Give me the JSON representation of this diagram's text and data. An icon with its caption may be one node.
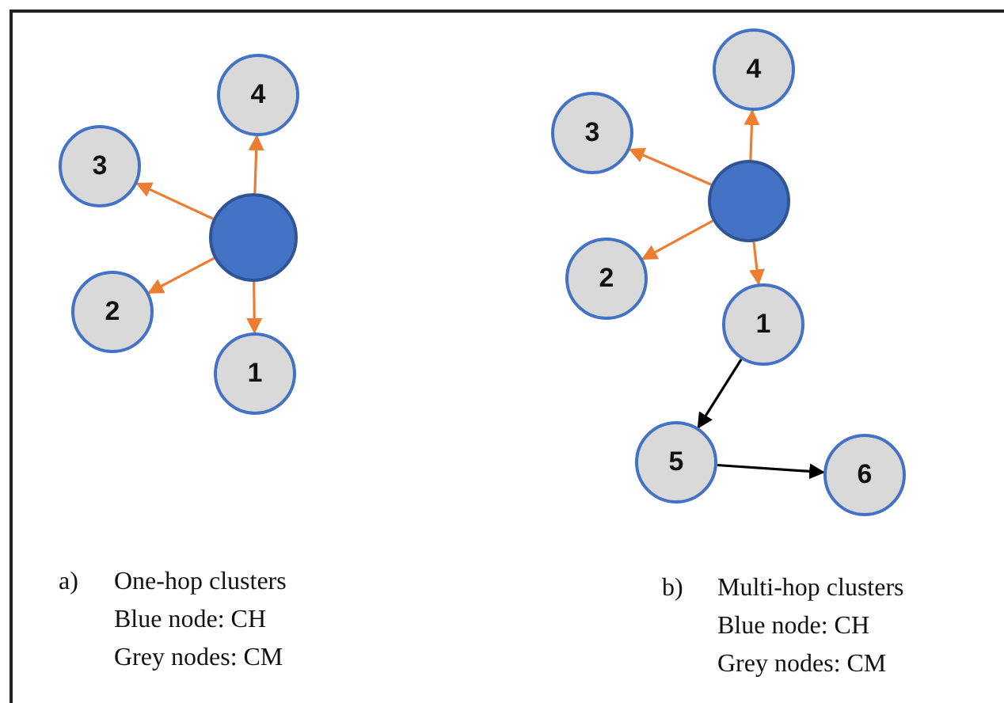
{
  "diagram": {
    "nodes": [
      {
        "text": [],
        "shape": "circle"
      },
      {
        "text": [
          "4"
        ]
      },
      {
        "text": [
          "3"
        ]
      },
      {
        "text": [
          "2"
        ]
      },
      {
        "text": [
          "1"
        ]
      },
      {
        "text": [],
        "shape": "circle"
      },
      {
        "text": [
          "4"
        ]
      },
      {
        "text": [
          "3"
        ]
      },
      {
        "text": [
          "2"
        ]
      },
      {
        "text": [
          "1"
        ]
      },
      {
        "text": [
          "5"
        ]
      },
      {
        "text": [
          "6"
        ]
      }
    ],
    "edges": [
      {
        "from": 0,
        "to": 1,
        "arrow": "to"
      },
      {
        "from": 0,
        "to": 2,
        "arrow": "to"
      },
      {
        "from": 0,
        "to": 3,
        "arrow": "to"
      },
      {
        "from": 0,
        "to": 4,
        "arrow": "to"
      },
      {
        "from": 5,
        "to": 6,
        "arrow": "to"
      },
      {
        "from": 5,
        "to": 7,
        "arrow": "to"
      },
      {
        "from": 5,
        "to": 8,
        "arrow": "to"
      },
      {
        "from": 5,
        "to": 9,
        "arrow": "to"
      },
      {
        "from": 9,
        "to": 10,
        "arrow": "to",
        "color": "#000000"
      },
      {
        "from": 10,
        "to": 11,
        "arrow": "to",
        "color": "#000000"
      }
    ],
    "labels": [
      "a)",
      "One-hop clusters",
      "Blue node: CH",
      "Grey nodes: CM",
      "b)",
      "Multi-hop clusters",
      "Blue node: CH",
      "Grey nodes: CM"
    ]
  }
}
